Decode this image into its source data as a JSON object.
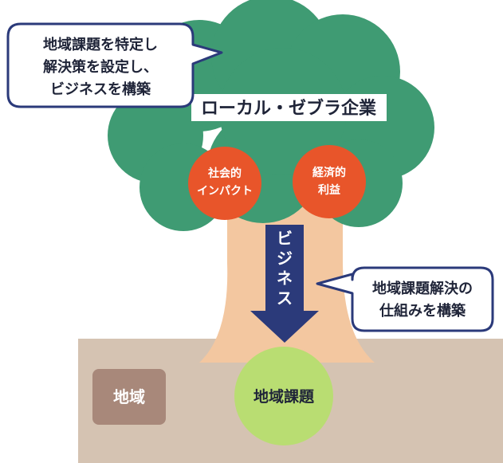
{
  "top_callout": {
    "lines": [
      "地域課題を特定し",
      "解決策を設定し、",
      "ビジネスを構築"
    ]
  },
  "company_label": "ローカル・ゼブラ企業",
  "left_fruit": {
    "lines": [
      "社会的",
      "インパクト"
    ]
  },
  "right_fruit": {
    "lines": [
      "経済的",
      "利益"
    ]
  },
  "trunk_arrow": {
    "chars": [
      "ビ",
      "ジ",
      "ネ",
      "ス"
    ]
  },
  "right_callout": {
    "lines": [
      "地域課題解決の",
      "仕組みを構築"
    ]
  },
  "ground_label": "地域",
  "root_label": "地域課題",
  "colors": {
    "canopy": "#3f9b73",
    "trunk": "#f3c7a0",
    "fruit": "#e8552a",
    "arrow": "#2b3a7a",
    "ground": "#d5c3b2",
    "ground_box": "#a8887a",
    "root_circle": "#b9dd72",
    "callout_border": "#2b3a7a",
    "text_dark": "#1f2438"
  }
}
